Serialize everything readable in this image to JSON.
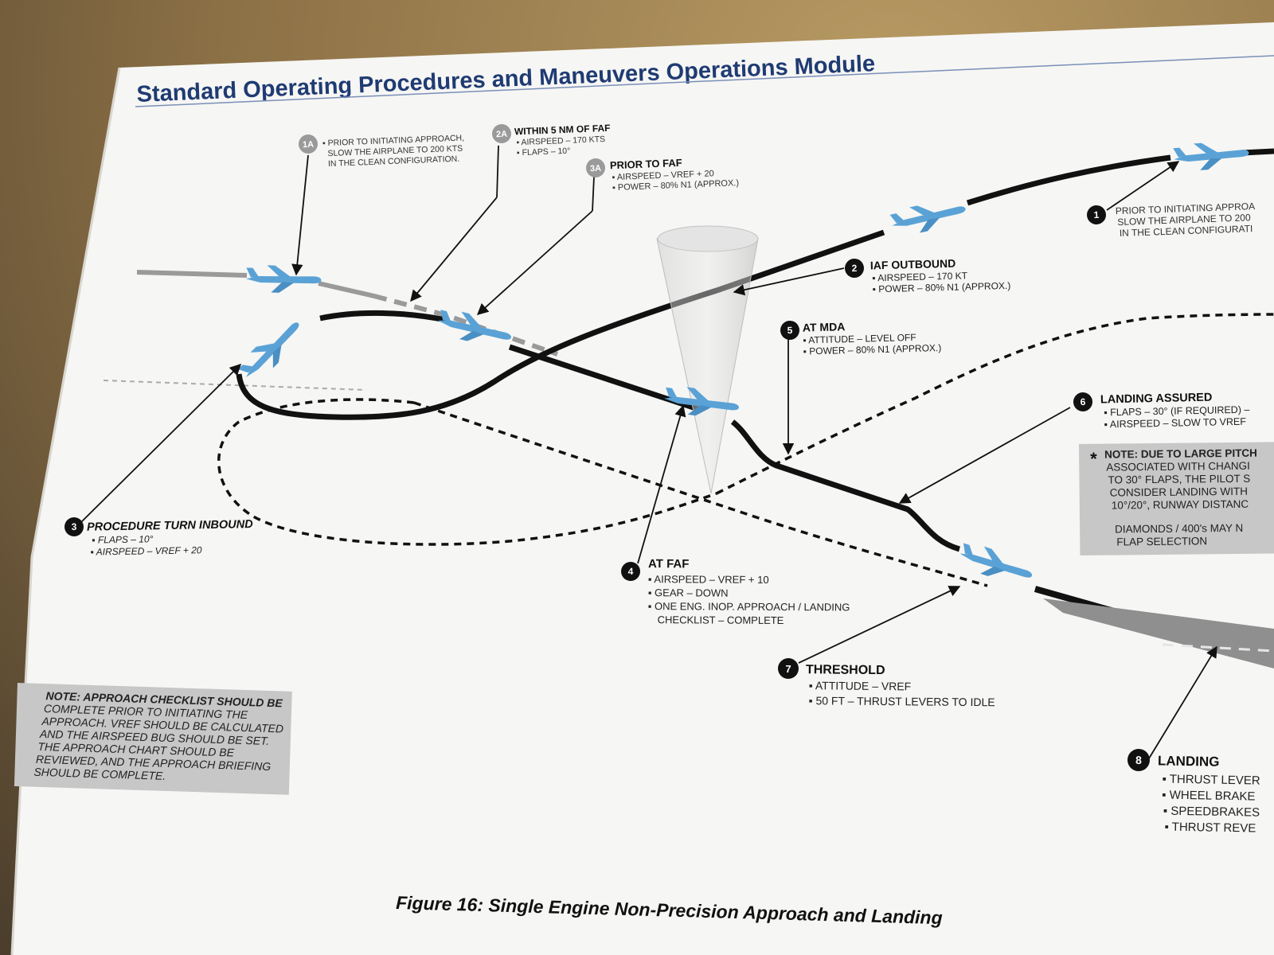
{
  "title": "Standard Operating Procedures and Maneuvers Operations Module",
  "callouts": {
    "c1a": {
      "badge": "1A",
      "lines": [
        "▪ PRIOR TO INITIATING APPROACH,",
        "SLOW THE AIRPLANE TO 200 KTS",
        "IN THE CLEAN CONFIGURATION."
      ]
    },
    "c2a": {
      "badge": "2A",
      "heading": "WITHIN 5 NM OF FAF",
      "lines": [
        "▪ AIRSPEED – 170 KTS",
        "▪ FLAPS – 10°"
      ]
    },
    "c3a": {
      "badge": "3A",
      "heading": "PRIOR TO FAF",
      "lines": [
        "▪ AIRSPEED – VREF + 20",
        "▪ POWER – 80% N1 (APPROX.)"
      ]
    },
    "c1": {
      "badge": "1",
      "lines": [
        "PRIOR TO INITIATING APPROA",
        "SLOW THE AIRPLANE TO 200",
        "IN THE CLEAN CONFIGURATI"
      ]
    },
    "c2": {
      "badge": "2",
      "heading": "IAF OUTBOUND",
      "lines": [
        "▪ AIRSPEED – 170 KT",
        "▪ POWER – 80% N1 (APPROX.)"
      ]
    },
    "c5": {
      "badge": "5",
      "heading": "AT MDA",
      "lines": [
        "▪ ATTITUDE – LEVEL OFF",
        "▪ POWER – 80% N1 (APPROX.)"
      ]
    },
    "c6": {
      "badge": "6",
      "heading": "LANDING ASSURED",
      "lines": [
        "▪ FLAPS – 30° (IF REQUIRED) –",
        "▪ AIRSPEED – SLOW TO VREF"
      ]
    },
    "c3": {
      "badge": "3",
      "heading": "PROCEDURE TURN INBOUND",
      "lines": [
        "▪ FLAPS – 10°",
        "▪ AIRSPEED – VREF + 20"
      ]
    },
    "c4": {
      "badge": "4",
      "heading": "AT FAF",
      "lines": [
        "▪ AIRSPEED – VREF + 10",
        "▪ GEAR – DOWN",
        "▪ ONE ENG. INOP. APPROACH / LANDING",
        "CHECKLIST – COMPLETE"
      ]
    },
    "c7": {
      "badge": "7",
      "heading": "THRESHOLD",
      "lines": [
        "▪ ATTITUDE – VREF",
        "▪ 50 FT – THRUST LEVERS TO IDLE"
      ]
    },
    "c8": {
      "badge": "8",
      "heading": "LANDING",
      "lines": [
        "▪ THRUST LEVER",
        "▪ WHEEL BRAKE",
        "▪ SPEEDBRAKES",
        "▪ THRUST REVE"
      ]
    }
  },
  "note_right": {
    "star": "*",
    "lines": [
      "NOTE: DUE TO LARGE PITCH",
      "ASSOCIATED WITH CHANGI",
      "TO 30° FLAPS, THE PILOT S",
      "CONSIDER LANDING WITH",
      "10°/20°, RUNWAY DISTANC",
      "",
      "DIAMONDS / 400's MAY N",
      "FLAP SELECTION"
    ]
  },
  "note_left": {
    "lines": [
      "NOTE: APPROACH CHECKLIST SHOULD BE",
      "COMPLETE PRIOR TO INITIATING THE",
      "APPROACH. VREF SHOULD BE CALCULATED",
      "AND THE AIRSPEED BUG SHOULD BE SET.",
      "THE APPROACH CHART SHOULD BE",
      "REVIEWED, AND THE APPROACH BRIEFING",
      "SHOULD BE COMPLETE."
    ]
  },
  "caption": "Figure 16:  Single Engine Non-Precision Approach and Landing",
  "colors": {
    "title": "#1f3b73",
    "airplane": "#5aa2d6",
    "path": "#111111",
    "ghost_path": "#9a9a9a",
    "notebox": "#c7c7c7"
  },
  "icons": [
    "airplane-icon",
    "cone-icon",
    "leader-arrow"
  ]
}
